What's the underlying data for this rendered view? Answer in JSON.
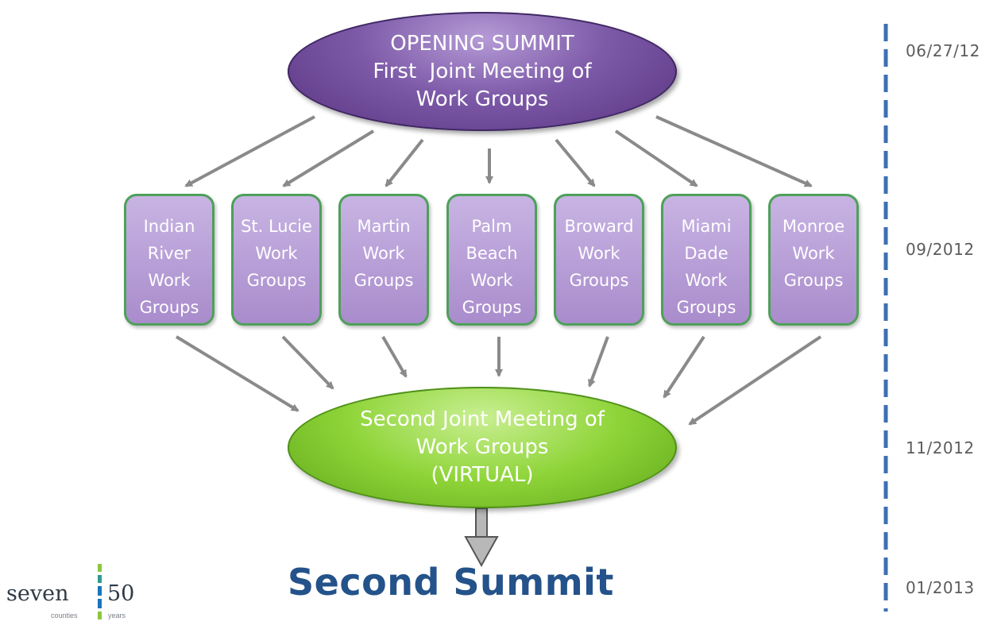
{
  "top_node": {
    "lines": [
      "OPENING SUMMIT",
      "First  Joint Meeting of",
      "Work Groups"
    ]
  },
  "work_groups": [
    {
      "lines": [
        "Indian",
        "River",
        "Work",
        "Groups"
      ]
    },
    {
      "lines": [
        "St. Lucie",
        "Work",
        "Groups"
      ]
    },
    {
      "lines": [
        "Martin",
        "Work",
        "Groups"
      ]
    },
    {
      "lines": [
        "Palm",
        "Beach",
        "Work",
        "Groups"
      ]
    },
    {
      "lines": [
        "Broward",
        "Work",
        "Groups"
      ]
    },
    {
      "lines": [
        "Miami",
        "Dade",
        "Work",
        "Groups"
      ]
    },
    {
      "lines": [
        "Monroe",
        "Work",
        "Groups"
      ]
    }
  ],
  "bottom_node": {
    "lines": [
      "Second Joint Meeting of",
      "Work Groups",
      "(VIRTUAL)"
    ]
  },
  "final_label": "Second Summit",
  "timeline": {
    "dates": [
      "06/27/12",
      "09/2012",
      "11/2012",
      "01/2013"
    ],
    "color": "#3d6fb5"
  },
  "logo": {
    "left_word": "seven",
    "right_word": "50",
    "left_caption": "counties",
    "right_caption": "years",
    "colors": [
      "#8cc63f",
      "#2e9c8f",
      "#1b75bb",
      "#8cc63f"
    ]
  },
  "colors": {
    "top_node": "#6a4597",
    "work_group": "#b49ad6",
    "work_group_border": "#4ea05a",
    "bottom_node": "#8ed438",
    "arrow": "#8a8a8a",
    "title": "#24528a"
  }
}
